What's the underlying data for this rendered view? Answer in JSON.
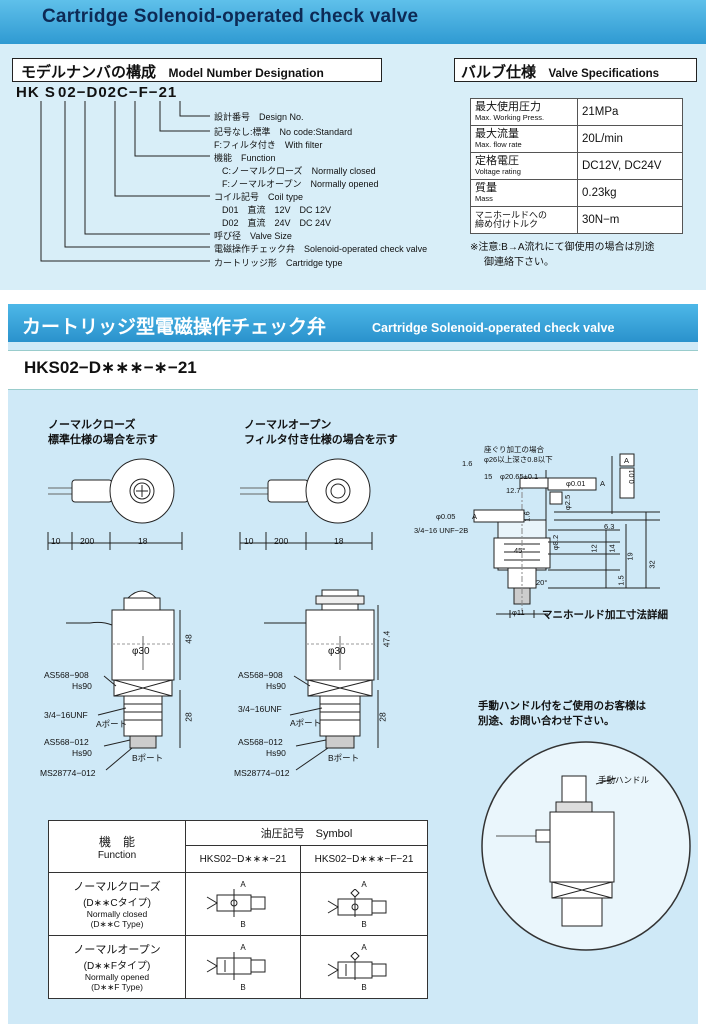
{
  "header": {
    "title": "Cartridge Solenoid-operated check valve"
  },
  "model_designation": {
    "title_jp": "モデルナンバの構成",
    "title_en": "Model Number Designation",
    "code_parts": [
      "HK",
      "S",
      "02",
      "D02",
      "C",
      "F",
      "21"
    ],
    "annotations": [
      {
        "jp": "設計番号",
        "en": "Design No."
      },
      {
        "jp": "記号なし:標準",
        "en": "No code:Standard"
      },
      {
        "jp": "F:フィルタ付き",
        "en": "With filter"
      },
      {
        "jp": "機能",
        "en": "Function"
      },
      {
        "jp": "C:ノーマルクローズ",
        "en": "Normally closed"
      },
      {
        "jp": "F:ノーマルオープン",
        "en": "Normally opened"
      },
      {
        "jp": "コイル記号",
        "en": "Coil type"
      },
      {
        "jp": "D01　直流　12V",
        "en": "DC 12V"
      },
      {
        "jp": "D02　直流　24V",
        "en": "DC 24V"
      },
      {
        "jp": "呼び径",
        "en": "Valve Size"
      },
      {
        "jp": "電磁操作チェック弁",
        "en": "Solenoid-operated check valve"
      },
      {
        "jp": "カートリッジ形",
        "en": "Cartridge type"
      }
    ]
  },
  "valve_specs": {
    "title_jp": "バルブ仕様",
    "title_en": "Valve Specifications",
    "rows": [
      {
        "jp": "最大使用圧力",
        "en": "Max. Working Press.",
        "value": "21MPa"
      },
      {
        "jp": "最大流量",
        "en": "Max. flow rate",
        "value": "20L/min"
      },
      {
        "jp": "定格電圧",
        "en": "Voltage rating",
        "value": "DC12V, DC24V"
      },
      {
        "jp": "質量",
        "en": "Mass",
        "value": "0.23kg"
      },
      {
        "jp": "マニホールドへの\n締め付けトルク",
        "en": "",
        "value": "30N−m"
      }
    ],
    "note_line1": "※注意:B→A流れにて御使用の場合は別途",
    "note_line2": "御連絡下さい。"
  },
  "product": {
    "title_jp": "カートリッジ型電磁操作チェック弁",
    "title_en": "Cartridge Solenoid-operated check valve",
    "model": "HKS02−D∗∗∗−∗−21"
  },
  "drawings": {
    "nc_caption_1": "ノーマルクローズ",
    "nc_caption_2": "標準仕様の場合を示す",
    "no_caption_1": "ノーマルオープン",
    "no_caption_2": "フィルタ付き仕様の場合を示す",
    "dims_top": [
      "10",
      "200",
      "18"
    ],
    "phi30": "φ30",
    "h48": "48",
    "h474": "47.4",
    "h28": "28",
    "as568_908": "AS568−908",
    "hs90": "Hs90",
    "unf": "3/4−16UNF",
    "a_port": "Aポート",
    "as568_012": "AS568−012",
    "b_port": "Bポート",
    "ms": "MS28774−012",
    "manifold_caption": "マニホールド加工寸法詳細",
    "manifold_note1": "座ぐり加工の場合",
    "manifold_note2": "φ26以上深さ0.8以下",
    "manifold_dims": [
      "1.6",
      "15",
      "φ20.65±0.1",
      "12.7",
      "φ0.01",
      "A",
      "0.01",
      "A",
      "1.6",
      "6.3",
      "12",
      "14",
      "19",
      "32",
      "1.5",
      "45°",
      "20°",
      "φ11",
      "φ0.05",
      "A",
      "3/4−16 UNF−2B",
      "φ8.2",
      "φ2.5"
    ],
    "handle_note1": "手動ハンドル付をご使用のお客様は",
    "handle_note2": "別途、お問い合わせ下さい。",
    "handle_label": "手動ハンドル"
  },
  "function_table": {
    "col_function_jp": "機　能",
    "col_function_en": "Function",
    "col_symbol": "油圧記号　Symbol",
    "sub_col1": "HKS02−D∗∗∗−21",
    "sub_col2": "HKS02−D∗∗∗−F−21",
    "rows": [
      {
        "jp": "ノーマルクローズ",
        "type": "(D∗∗Cタイプ)",
        "en": "Normally closed",
        "en_type": "(D∗∗C Type)"
      },
      {
        "jp": "ノーマルオープン",
        "type": "(D∗∗Fタイプ)",
        "en": "Normally opened",
        "en_type": "(D∗∗F Type)"
      }
    ],
    "port_a": "A",
    "port_b": "B"
  }
}
